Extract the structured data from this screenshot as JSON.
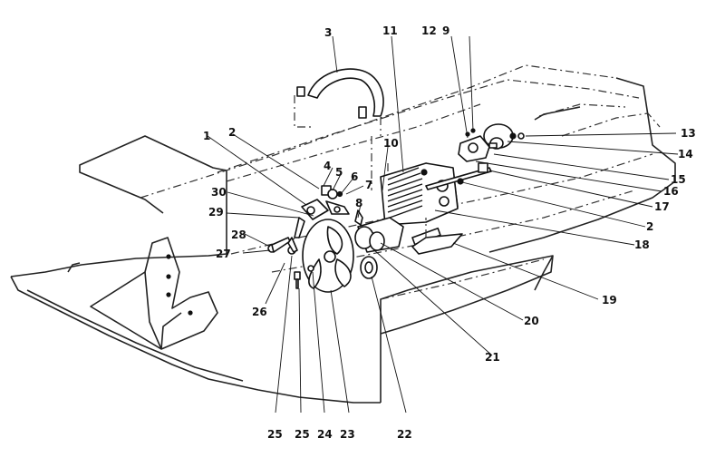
{
  "callouts": [
    {
      "id": "1",
      "label": "1"
    },
    {
      "id": "2",
      "label": "2"
    },
    {
      "id": "2b",
      "label": "2"
    },
    {
      "id": "3",
      "label": "3"
    },
    {
      "id": "4",
      "label": "4"
    },
    {
      "id": "5",
      "label": "5"
    },
    {
      "id": "6",
      "label": "6"
    },
    {
      "id": "7",
      "label": "7"
    },
    {
      "id": "8",
      "label": "8"
    },
    {
      "id": "9",
      "label": "9"
    },
    {
      "id": "9b",
      "label": "9"
    },
    {
      "id": "10",
      "label": "10"
    },
    {
      "id": "11",
      "label": "11"
    },
    {
      "id": "12",
      "label": "12"
    },
    {
      "id": "13",
      "label": "13"
    },
    {
      "id": "14",
      "label": "14"
    },
    {
      "id": "15",
      "label": "15"
    },
    {
      "id": "16",
      "label": "16"
    },
    {
      "id": "17",
      "label": "17"
    },
    {
      "id": "18",
      "label": "18"
    },
    {
      "id": "19",
      "label": "19"
    },
    {
      "id": "20",
      "label": "20"
    },
    {
      "id": "21",
      "label": "21"
    },
    {
      "id": "22",
      "label": "22"
    },
    {
      "id": "23",
      "label": "23"
    },
    {
      "id": "24",
      "label": "24"
    },
    {
      "id": "25",
      "label": "25"
    },
    {
      "id": "26",
      "label": "26"
    },
    {
      "id": "27",
      "label": "27"
    },
    {
      "id": "28",
      "label": "28"
    },
    {
      "id": "29",
      "label": "29"
    },
    {
      "id": "30",
      "label": "30"
    }
  ]
}
